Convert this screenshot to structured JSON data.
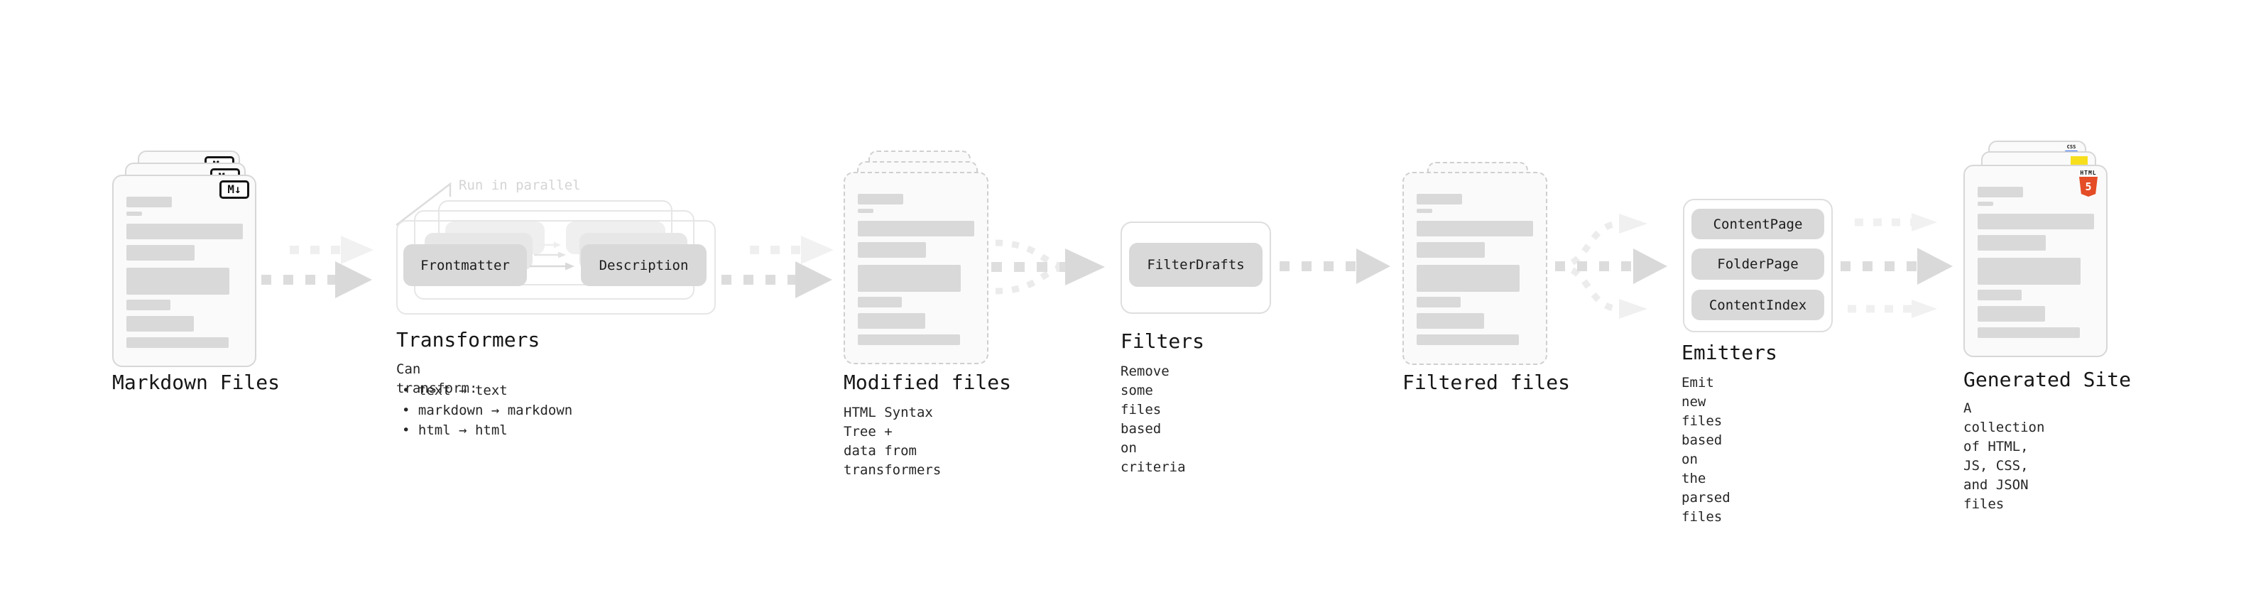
{
  "stages": {
    "markdown_files": {
      "title": "Markdown Files",
      "file_badge": "M↓"
    },
    "transformers": {
      "title": "Transformers",
      "annotation": "Run in parallel",
      "step_left": "Frontmatter",
      "step_right": "Description",
      "caption_heading": "Can transform:",
      "bullets": [
        "• text → text",
        "• markdown → markdown",
        "• html → html"
      ]
    },
    "modified_files": {
      "title": "Modified files",
      "caption": "HTML Syntax Tree +\ndata from transformers"
    },
    "filters": {
      "title": "Filters",
      "step": "FilterDrafts",
      "caption": "Remove some files based\non criteria"
    },
    "filtered_files": {
      "title": "Filtered files"
    },
    "emitters": {
      "title": "Emitters",
      "steps": [
        "ContentPage",
        "FolderPage",
        "ContentIndex"
      ],
      "caption": "Emit new files based on\nthe parsed files"
    },
    "generated_site": {
      "title": "Generated Site",
      "caption": "A collection of HTML,\nJS, CSS, and JSON files",
      "badges": {
        "html5_label": "HTML",
        "html5_number": "5",
        "css_label": "CSS"
      }
    }
  },
  "colors": {
    "html5_orange": "#e44d26",
    "js_yellow": "#f7df1e",
    "css_blue": "#2f6bf2",
    "skeleton_gray": "#d9d9d9",
    "arrow_gray": "#dcdcdc",
    "arrow_faint": "#efefef",
    "card_border": "#d7d7d7",
    "annotation_gray": "#d4d4d4",
    "text_dark": "#161616"
  }
}
